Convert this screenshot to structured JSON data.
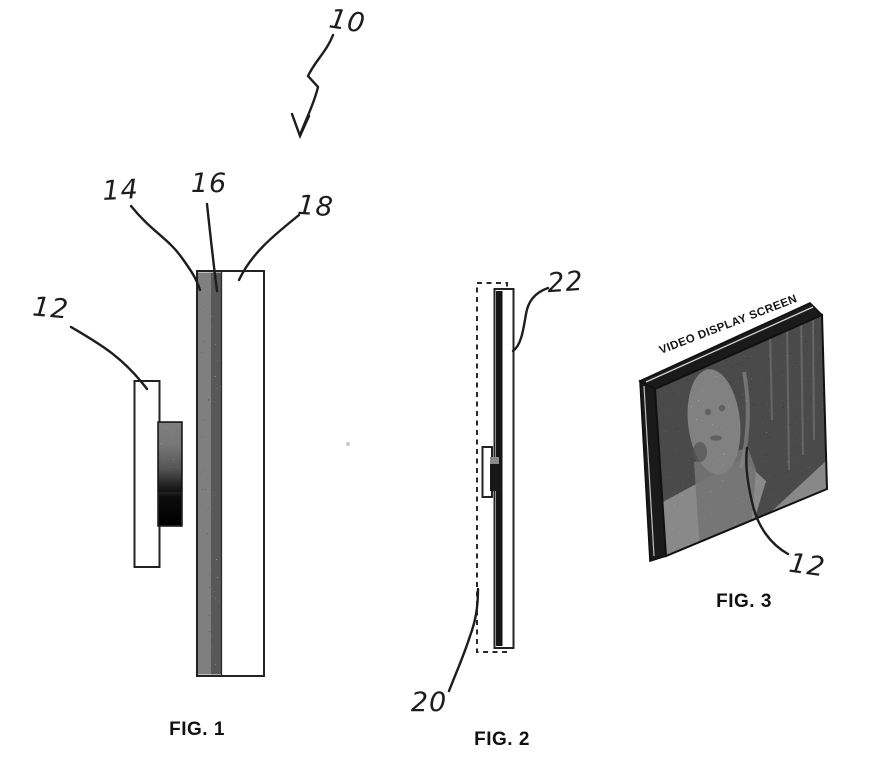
{
  "drawing": {
    "background": "#ffffff",
    "ink": "#1d1d1d",
    "assembly_ref": "10",
    "fig1": {
      "caption": "FIG. 1",
      "refs": {
        "front_panel": "12",
        "dark_layer": "14",
        "mid_layer": "16",
        "clear_layer": "18"
      }
    },
    "fig2": {
      "caption": "FIG. 2",
      "refs": {
        "dashed_outline": "20",
        "panel_edge": "22"
      }
    },
    "fig3": {
      "caption": "FIG. 3",
      "screen_label": "VIDEO DISPLAY SCREEN",
      "refs": {
        "screen": "12"
      }
    }
  }
}
